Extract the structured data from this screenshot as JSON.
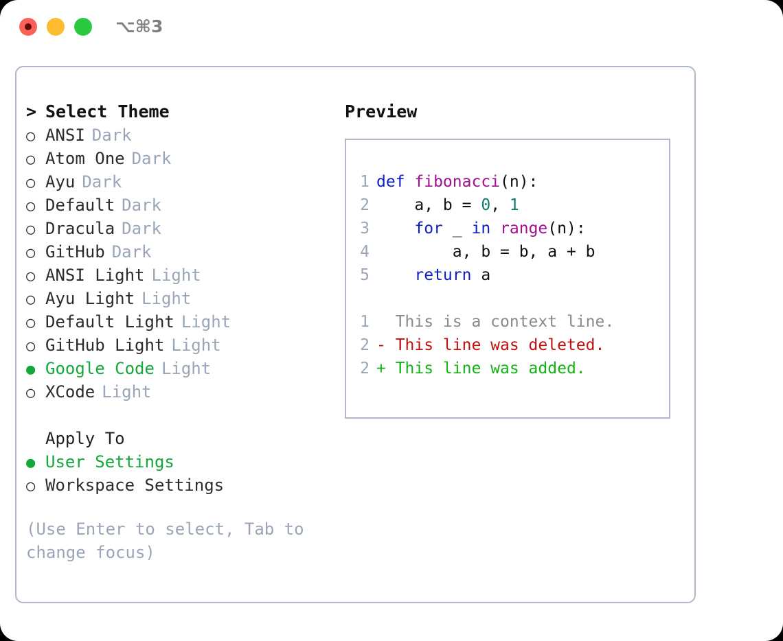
{
  "window": {
    "shortcut_label": "⌥⌘3",
    "traffic_lights": [
      {
        "name": "close",
        "color": "#fc6058"
      },
      {
        "name": "minimize",
        "color": "#fdbc2e"
      },
      {
        "name": "maximize",
        "color": "#2bc941"
      }
    ]
  },
  "colors": {
    "accent_green": "#14a83c",
    "tag_gray": "#9aa5b8",
    "border": "#aeb8c6",
    "hint": "#9aa5b8",
    "keyword": "#1020c0",
    "function": "#a01090",
    "number": "#0d7a6e",
    "diff_context": "#8a8a8a",
    "diff_deleted": "#c01010",
    "diff_added": "#12b312"
  },
  "theme_picker": {
    "header_prefix": ">",
    "header_label": "Select Theme",
    "items": [
      {
        "bullet": "○",
        "label": "ANSI",
        "tag": "Dark",
        "selected": false
      },
      {
        "bullet": "○",
        "label": "Atom One",
        "tag": "Dark",
        "selected": false
      },
      {
        "bullet": "○",
        "label": "Ayu",
        "tag": "Dark",
        "selected": false
      },
      {
        "bullet": "○",
        "label": "Default",
        "tag": "Dark",
        "selected": false
      },
      {
        "bullet": "○",
        "label": "Dracula",
        "tag": "Dark",
        "selected": false
      },
      {
        "bullet": "○",
        "label": "GitHub",
        "tag": "Dark",
        "selected": false
      },
      {
        "bullet": "○",
        "label": "ANSI Light",
        "tag": "Light",
        "selected": false
      },
      {
        "bullet": "○",
        "label": "Ayu Light",
        "tag": "Light",
        "selected": false
      },
      {
        "bullet": "○",
        "label": "Default Light",
        "tag": "Light",
        "selected": false
      },
      {
        "bullet": "○",
        "label": "GitHub Light",
        "tag": "Light",
        "selected": false
      },
      {
        "bullet": "●",
        "label": "Google Code",
        "tag": "Light",
        "selected": true
      },
      {
        "bullet": "○",
        "label": "XCode",
        "tag": "Light",
        "selected": false
      }
    ]
  },
  "apply_to": {
    "header_label": "Apply To",
    "items": [
      {
        "bullet": "●",
        "label": "User Settings",
        "selected": true
      },
      {
        "bullet": "○",
        "label": "Workspace Settings",
        "selected": false
      }
    ]
  },
  "hint_text": "(Use Enter to select, Tab to change focus)",
  "preview": {
    "title": "Preview",
    "code_lines": [
      {
        "no": "1",
        "tokens": [
          {
            "t": "def ",
            "c": "kw"
          },
          {
            "t": "fibonacci",
            "c": "fn"
          },
          {
            "t": "(n):",
            "c": "plain"
          }
        ]
      },
      {
        "no": "2",
        "tokens": [
          {
            "t": "    a, b = ",
            "c": "plain"
          },
          {
            "t": "0",
            "c": "num"
          },
          {
            "t": ", ",
            "c": "plain"
          },
          {
            "t": "1",
            "c": "num"
          }
        ]
      },
      {
        "no": "3",
        "tokens": [
          {
            "t": "    ",
            "c": "plain"
          },
          {
            "t": "for",
            "c": "kw"
          },
          {
            "t": " _ ",
            "c": "plain"
          },
          {
            "t": "in",
            "c": "kw"
          },
          {
            "t": " ",
            "c": "plain"
          },
          {
            "t": "range",
            "c": "fn"
          },
          {
            "t": "(n):",
            "c": "plain"
          }
        ]
      },
      {
        "no": "4",
        "tokens": [
          {
            "t": "        a, b = b, a + b",
            "c": "plain"
          }
        ]
      },
      {
        "no": "5",
        "tokens": [
          {
            "t": "    ",
            "c": "plain"
          },
          {
            "t": "return",
            "c": "kw"
          },
          {
            "t": " a",
            "c": "plain"
          }
        ]
      }
    ],
    "diff_lines": [
      {
        "no": "1",
        "tokens": [
          {
            "t": "  This is a context line.",
            "c": "ctx"
          }
        ]
      },
      {
        "no": "2",
        "tokens": [
          {
            "t": "- This line was deleted.",
            "c": "del"
          }
        ]
      },
      {
        "no": "2",
        "tokens": [
          {
            "t": "+ This line was added.",
            "c": "add"
          }
        ]
      }
    ]
  }
}
